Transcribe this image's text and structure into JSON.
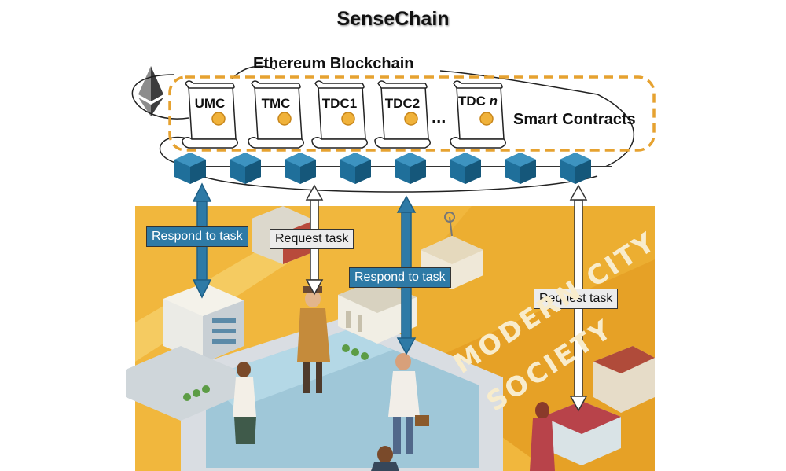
{
  "diagram": {
    "title": "SenseChain",
    "blockchain_label": "Ethereum Blockchain",
    "smart_contracts_label": "Smart Contracts",
    "contracts": [
      {
        "label": "UMC"
      },
      {
        "label": "TMC"
      },
      {
        "label": "TDC1"
      },
      {
        "label": "TDC2"
      },
      {
        "label_main": "TDC",
        "label_sub": "n"
      }
    ],
    "ellipsis": "...",
    "arrows": [
      {
        "label": "Respond to task",
        "kind": "respond"
      },
      {
        "label": "Request task",
        "kind": "request"
      },
      {
        "label": "Respond to task",
        "kind": "respond"
      },
      {
        "label": "Request task",
        "kind": "request"
      }
    ],
    "city_text": [
      "MODERN CITY",
      "SOCIETY"
    ],
    "colors": {
      "container_border": "#e6a230",
      "block": "#1f6f9a",
      "respond": "#2e7aa6",
      "request": "#ececec",
      "city_background": "#f1b73d",
      "eth_logo": "#3c3c3d"
    }
  }
}
